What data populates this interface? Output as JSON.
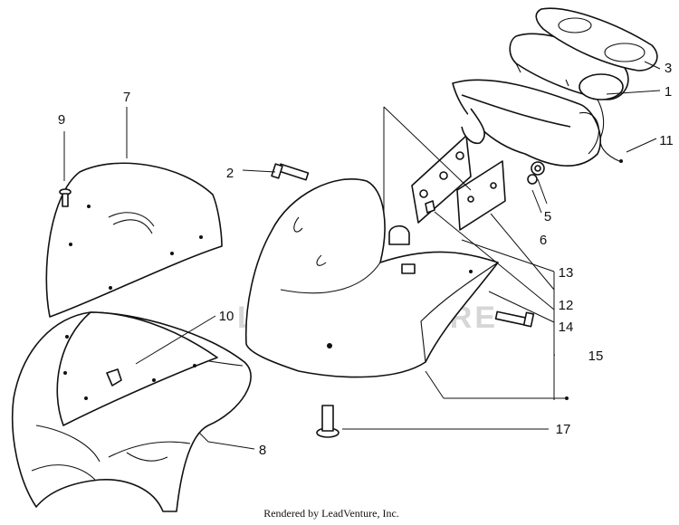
{
  "callouts": {
    "c1": "1",
    "c2": "2",
    "c3": "3",
    "c5": "5",
    "c6": "6",
    "c7": "7",
    "c8": "8",
    "c9": "9",
    "c10": "10",
    "c11": "11",
    "c12": "12",
    "c13": "13",
    "c14": "14",
    "c15": "15",
    "c17": "17"
  },
  "watermark": "LEADVENTURE",
  "credit": "Rendered by LeadVenture, Inc.",
  "colors": {
    "line": "#111111",
    "watermark": "#d6d6d6",
    "background": "#ffffff"
  }
}
